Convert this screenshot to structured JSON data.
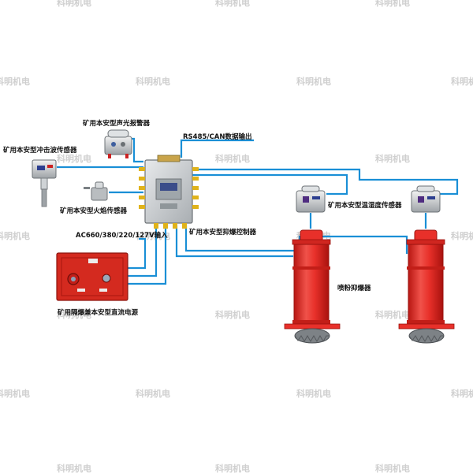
{
  "watermark": "科明机电",
  "labels": {
    "alarm": "矿用本安型声光报警器",
    "shockwave": "矿用本安型冲击波传感器",
    "flame": "矿用本安型火焰传感器",
    "rs485": "RS485/CAN数据输出",
    "controller": "矿用本安型抑爆控制器",
    "temp_humidity": "矿用本安型温湿度传感器",
    "ac_input": "AC660/380/220/127V输入",
    "power_supply": "矿用隔爆兼本安型直流电源",
    "suppressor": "喷粉抑爆器"
  },
  "colors": {
    "cable": "#1a8fd6",
    "suppressor_red": "#e8302a",
    "power_red": "#d42a1f",
    "device_gray": "#cfd3d6"
  }
}
